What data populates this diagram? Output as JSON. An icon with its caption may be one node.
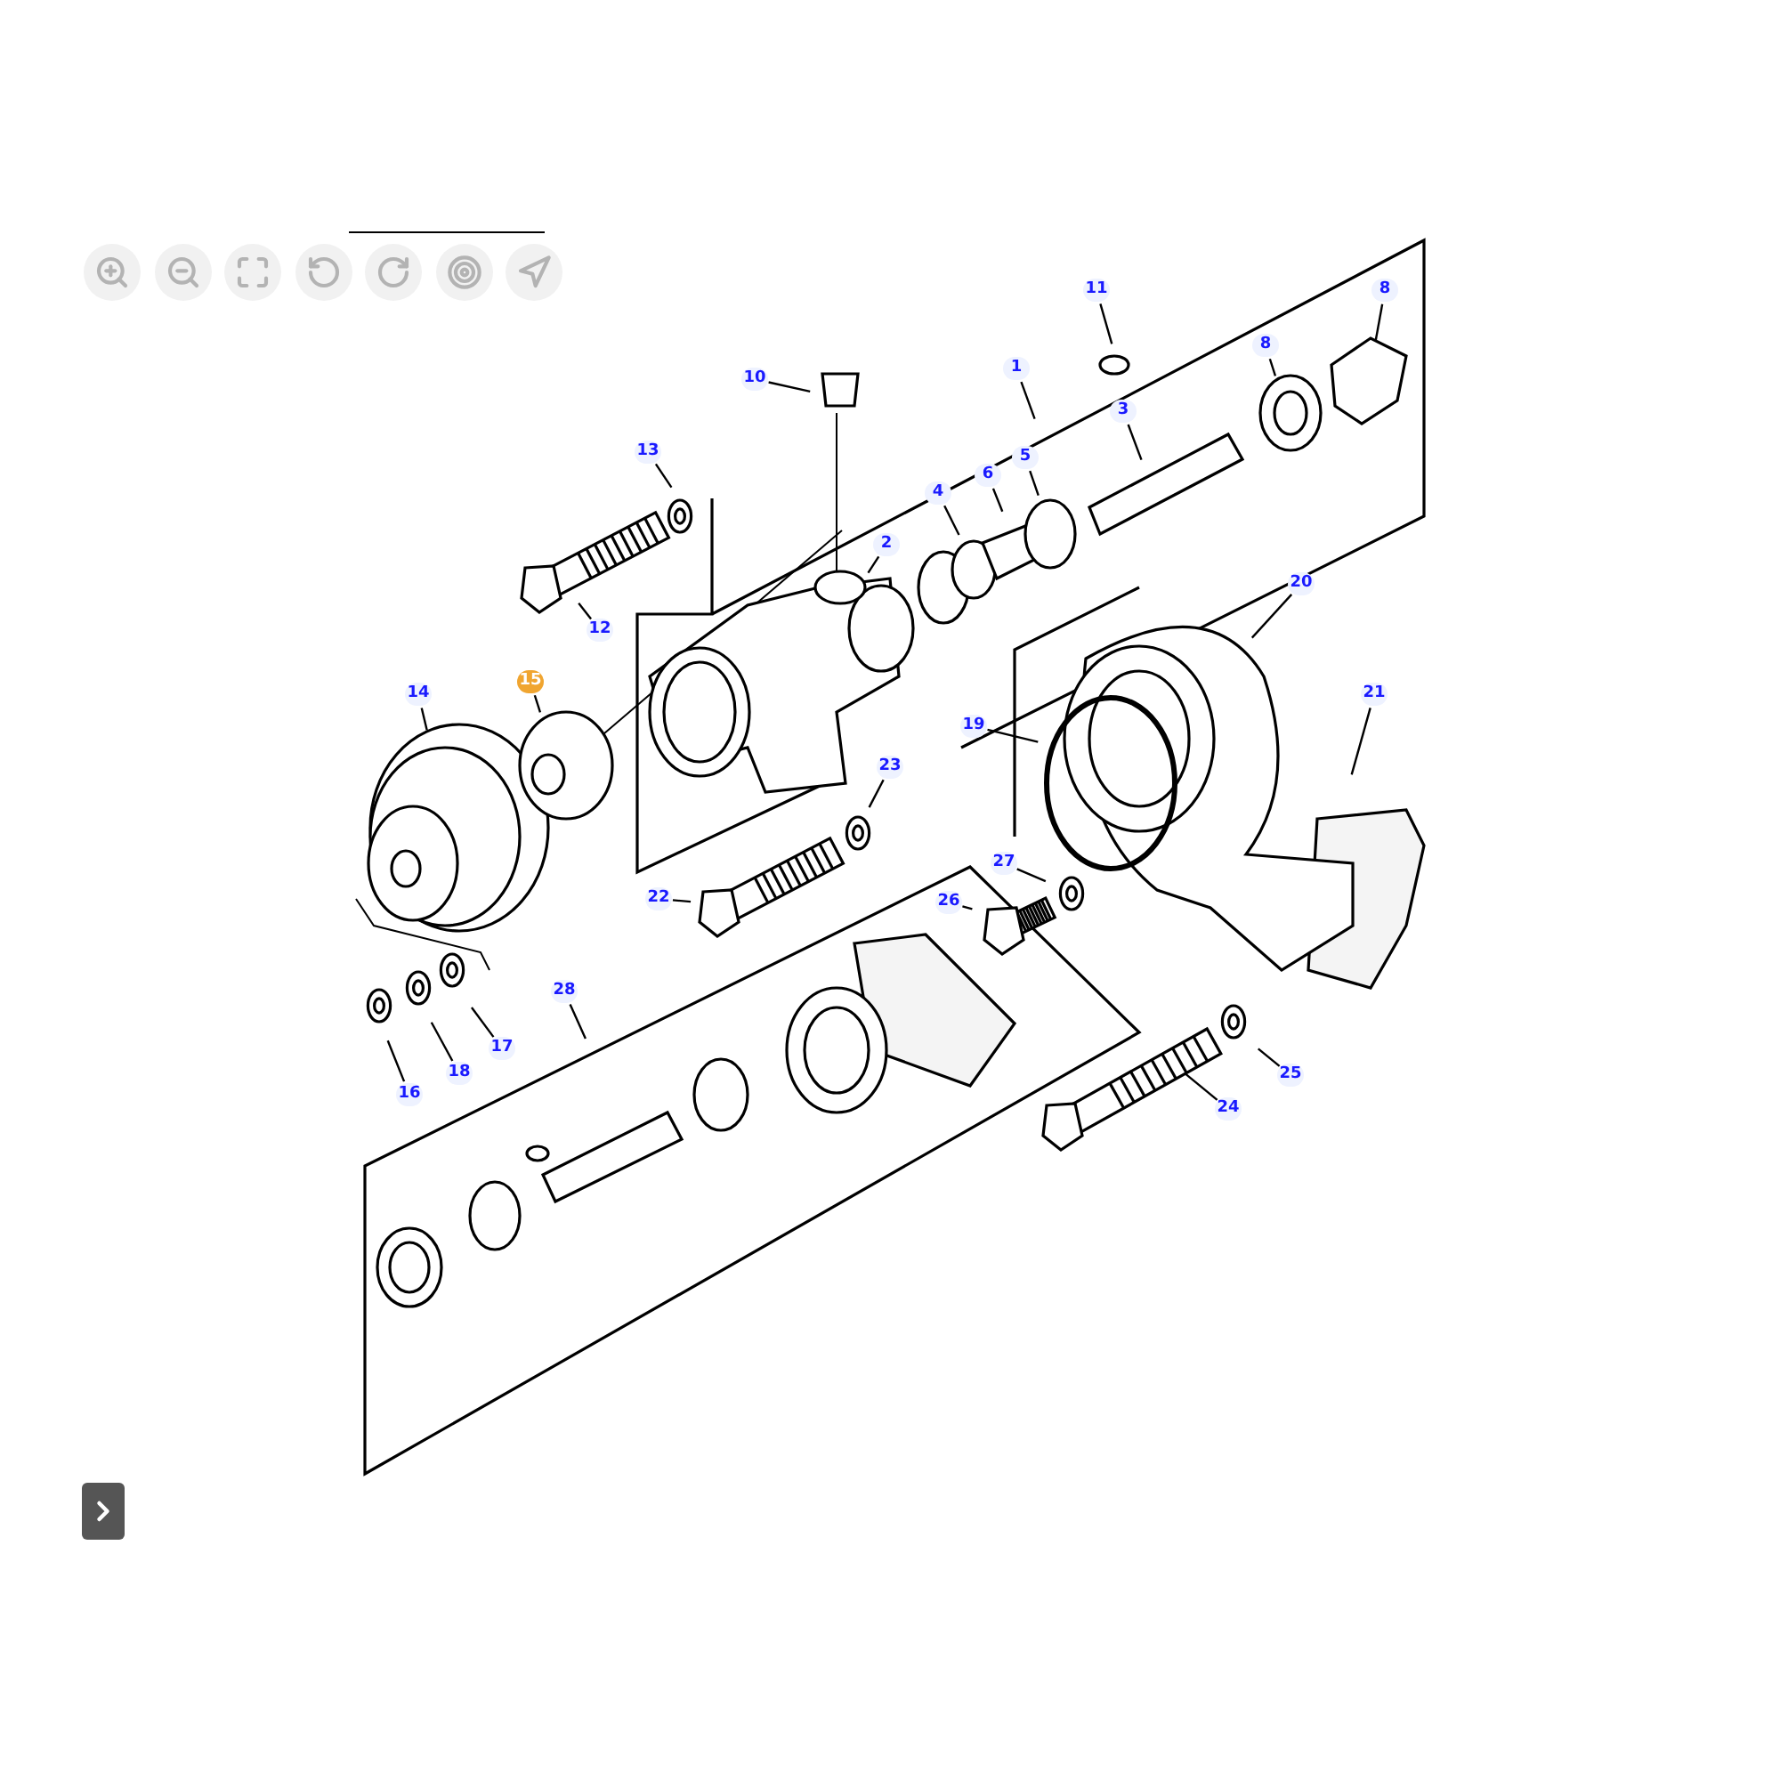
{
  "diagram": {
    "nodes": [
      {
        "text": [
          "8"
        ]
      },
      {
        "text": [
          "11"
        ]
      },
      {
        "text": [
          "8"
        ]
      },
      {
        "text": [
          "1"
        ]
      },
      {
        "text": [
          "10"
        ]
      },
      {
        "text": [
          "3"
        ]
      },
      {
        "text": [
          "5"
        ]
      },
      {
        "text": [
          "13"
        ]
      },
      {
        "text": [
          "6"
        ]
      },
      {
        "text": [
          "4"
        ]
      },
      {
        "text": [
          "2"
        ]
      },
      {
        "text": [
          "20"
        ]
      },
      {
        "text": [
          "12"
        ]
      },
      {
        "text": [
          "15"
        ]
      },
      {
        "text": [
          "14"
        ]
      },
      {
        "text": [
          "21"
        ]
      },
      {
        "text": [
          "19"
        ]
      },
      {
        "text": [
          "23"
        ]
      },
      {
        "text": [
          "27"
        ]
      },
      {
        "text": [
          "22"
        ]
      },
      {
        "text": [
          "26"
        ]
      },
      {
        "text": [
          "28"
        ]
      },
      {
        "text": [
          "17"
        ]
      },
      {
        "text": [
          "18"
        ]
      },
      {
        "text": [
          "25"
        ]
      },
      {
        "text": [
          "16"
        ]
      },
      {
        "text": [
          "24"
        ]
      }
    ],
    "edges": [
      {
        "from": 0,
        "to": null,
        "arrow": "none"
      },
      {
        "from": 1,
        "to": null,
        "arrow": "none"
      },
      {
        "from": 2,
        "to": null,
        "arrow": "none"
      },
      {
        "from": 3,
        "to": null,
        "arrow": "none"
      },
      {
        "from": 4,
        "to": null,
        "arrow": "none"
      },
      {
        "from": 5,
        "to": null,
        "arrow": "none"
      },
      {
        "from": 6,
        "to": null,
        "arrow": "none"
      },
      {
        "from": 7,
        "to": null,
        "arrow": "none"
      },
      {
        "from": 8,
        "to": null,
        "arrow": "none"
      },
      {
        "from": 9,
        "to": null,
        "arrow": "none"
      },
      {
        "from": 10,
        "to": null,
        "arrow": "none"
      },
      {
        "from": 11,
        "to": null,
        "arrow": "none"
      },
      {
        "from": 12,
        "to": null,
        "arrow": "none"
      },
      {
        "from": 13,
        "to": null,
        "arrow": "none"
      },
      {
        "from": 14,
        "to": null,
        "arrow": "none"
      },
      {
        "from": 15,
        "to": null,
        "arrow": "none"
      },
      {
        "from": 16,
        "to": null,
        "arrow": "none"
      },
      {
        "from": 17,
        "to": null,
        "arrow": "none"
      },
      {
        "from": 18,
        "to": null,
        "arrow": "none"
      },
      {
        "from": 19,
        "to": null,
        "arrow": "none"
      },
      {
        "from": 20,
        "to": null,
        "arrow": "none"
      },
      {
        "from": 21,
        "to": null,
        "arrow": "none"
      },
      {
        "from": 22,
        "to": null,
        "arrow": "none"
      },
      {
        "from": 23,
        "to": null,
        "arrow": "none"
      },
      {
        "from": 24,
        "to": null,
        "arrow": "none"
      },
      {
        "from": 25,
        "to": null,
        "arrow": "none"
      },
      {
        "from": 26,
        "to": null,
        "arrow": "none"
      }
    ]
  }
}
